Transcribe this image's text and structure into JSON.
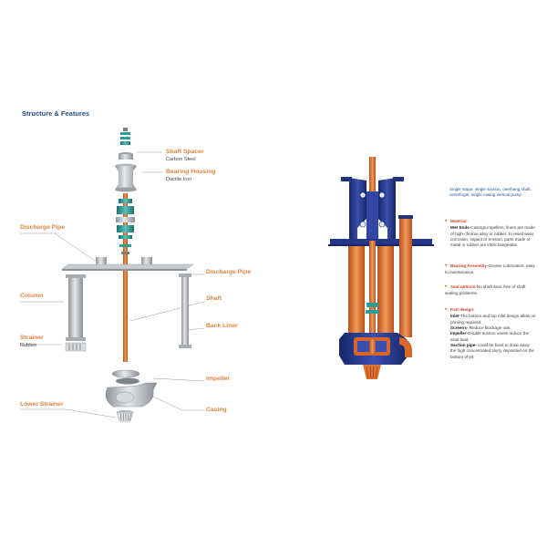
{
  "title": "Structure & Features",
  "labels": {
    "shaft_spacer": "Shaft Spacer",
    "shaft_spacer_sub": "Carbon Steel",
    "bearing_housing": "Bearing Housing",
    "bearing_housing_sub": "Ductile Iron",
    "discharge_pipe_left": "Discharge Pipe",
    "discharge_pipe_right": "Discharge Pipe",
    "column": "Column",
    "shaft": "Shaft",
    "back_liner": "Back Liner",
    "strainer": "Strainer",
    "strainer_sub": "Rubber",
    "impeller": "Impeller",
    "lower_strainer": "Lower Strainer",
    "casing": "Casing"
  },
  "intro": "Single stage, single suction, overhang shaft, centrifugal, single casing vertical pump",
  "features": [
    {
      "heading": "Material:",
      "lines": [
        {
          "bold": "Wet Ends-",
          "text": "Casings,impellers, liners are made of high-chrome alloy or rubber; to resist wear, corrosion, impact or erosion, parts made of metal or rubber are interchangeable."
        }
      ]
    },
    {
      "heading": "Bearing Assembly-",
      "lines": [
        {
          "bold": "",
          "text": "Grease Lubrication, easy to maintenance."
        }
      ]
    },
    {
      "heading": "Seal options-",
      "lines": [
        {
          "bold": "",
          "text": "No shaft seal, free of shaft sealing problems."
        }
      ]
    },
    {
      "heading": "Part design:",
      "lines": [
        {
          "bold": "Inlet-",
          "text": "The bottom and top inlet design allow no priming required."
        },
        {
          "bold": "Screens-",
          "text": " Reduce blockage rate."
        },
        {
          "bold": "Impeller-",
          "text": "Double suction vanes reduce the axial load."
        },
        {
          "bold": "Section pipe-",
          "text": " could be fixed to draw away the high concentrated slurry deposited on the bottom of pit."
        }
      ]
    }
  ],
  "colors": {
    "shaft": "#e0702c",
    "steel": "#b8bcc0",
    "teal": "#2e9c98",
    "navy": "#23357a",
    "label": "#e3823e",
    "title": "#23508e"
  }
}
